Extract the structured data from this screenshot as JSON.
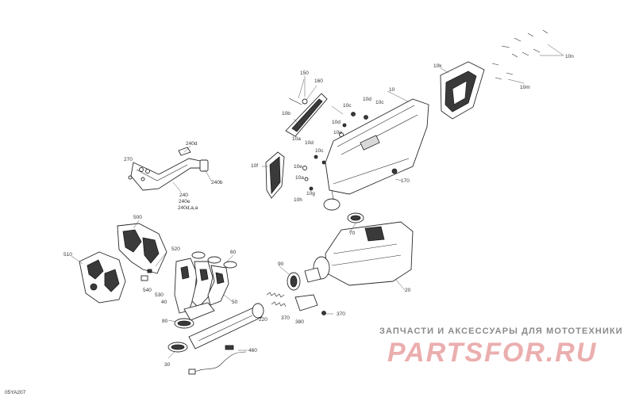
{
  "figure_code": "05YA207",
  "labels": {
    "l150": "150",
    "l160": "160",
    "l10b": "10b",
    "l10c_a": "10c",
    "l10d_a": "10d",
    "l10c_b": "10c",
    "l10": "10",
    "l10d_b": "10d",
    "l10e_a": "10e",
    "l10a_a": "10a",
    "l10d_c": "10d",
    "l10c_c": "10c",
    "l10f": "10f",
    "l10e_b": "10e",
    "l10a_b": "10a",
    "l10g": "10g",
    "l10h": "10h",
    "l170": "170",
    "l10k": "10k",
    "l10n": "10n",
    "l10m": "10m",
    "l240d": "240d",
    "l270": "270",
    "l240b": "240b",
    "l240": "240",
    "l240e": "240e",
    "l240da": "240d,a,a",
    "l500": "500",
    "l510": "510",
    "l520": "520",
    "l540": "540",
    "l530": "530",
    "l60": "60",
    "l40": "40",
    "l50": "50",
    "l80": "80",
    "l90": "90",
    "l370_a": "370",
    "l380": "380",
    "l370_b": "370",
    "l220": "220",
    "l70": "70",
    "l20": "20",
    "l460": "460",
    "l30": "30"
  },
  "watermark": {
    "tagline": "ЗАПЧАСТИ И АКСЕССУАРЫ ДЛЯ МОТОТЕХНИКИ",
    "logo_text": "PARTSFOR.RU",
    "logo_color": "#e8a0a0"
  }
}
